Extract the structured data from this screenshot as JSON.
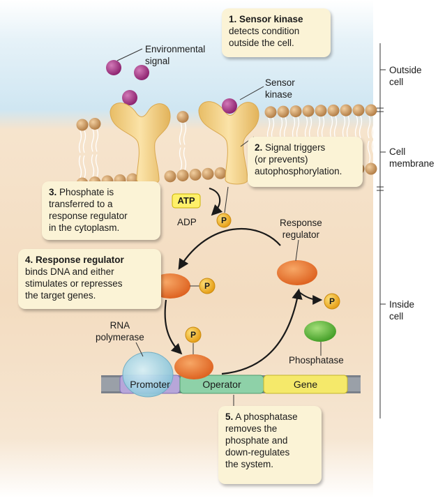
{
  "callouts": {
    "step1": {
      "lead": "1. Sensor kinase",
      "lines": [
        "detects condition",
        "outside the cell."
      ]
    },
    "step2": {
      "lead": "2.",
      "lines": [
        " Signal triggers",
        "(or prevents)",
        "autophosphorylation."
      ]
    },
    "step3": {
      "lead": "3.",
      "lines": [
        " Phosphate is",
        "transferred to a",
        "response regulator",
        "in the cytoplasm."
      ]
    },
    "step4": {
      "lead": "4. Response regulator",
      "lines": [
        "binds DNA and either",
        "stimulates or represses",
        "the target genes."
      ]
    },
    "step5": {
      "lead": "5.",
      "lines": [
        " A phosphatase",
        "removes the",
        "phosphate and",
        "down-regulates",
        "the system."
      ]
    }
  },
  "labels": {
    "environmental_signal": [
      "Environmental",
      "signal"
    ],
    "sensor_kinase": [
      "Sensor",
      "kinase"
    ],
    "response_regulator": [
      "Response",
      "regulator"
    ],
    "rna_polymerase": [
      "RNA",
      "polymerase"
    ],
    "phosphatase": "Phosphatase",
    "atp": "ATP",
    "adp": "ADP",
    "phosphate": "P"
  },
  "dna": {
    "promoter": "Promoter",
    "operator": "Operator",
    "gene": "Gene"
  },
  "regions": {
    "outside": [
      "Outside",
      "cell"
    ],
    "membrane": [
      "Cell",
      "membrane"
    ],
    "inside": [
      "Inside",
      "cell"
    ]
  },
  "colors": {
    "callout_bg": "#fbf3d6",
    "outside_bg": "#cfe6f2",
    "inside_bg": "#f3dcc0",
    "lipid_head": "#c9945c",
    "kinase": "#f3d18a",
    "regulator": "#ec7c2e",
    "phosphate": "#f4b51d",
    "signal": "#a2307f",
    "phosphatase": "#6cbf3c",
    "rna_polymerase": "#9fd3e6",
    "promoter": "#b7a6d9",
    "operator": "#8ed1a8",
    "gene": "#f5e96a"
  }
}
